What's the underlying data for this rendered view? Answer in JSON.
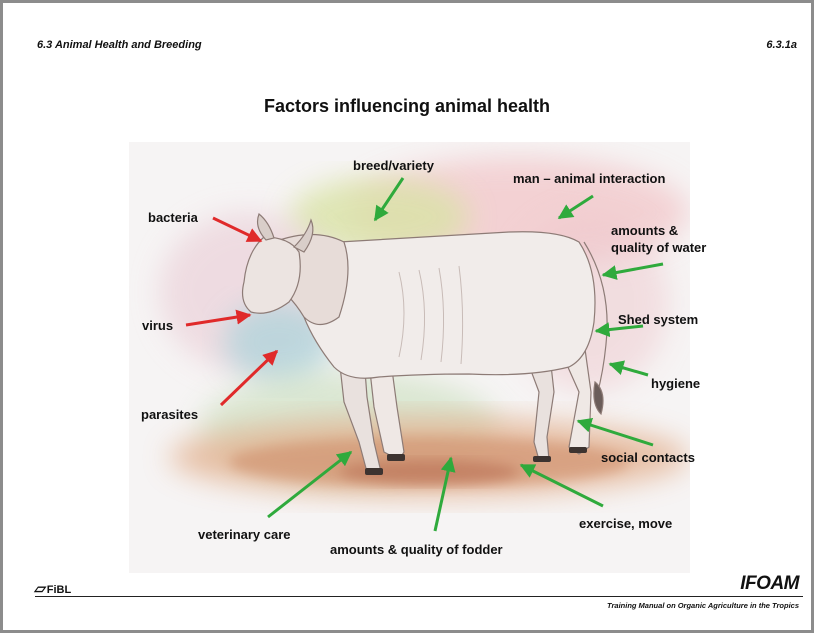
{
  "header": {
    "section": "6.3 Animal Health and Breeding",
    "page_code": "6.3.1a"
  },
  "title": "Factors influencing animal health",
  "labels": {
    "bacteria": "bacteria",
    "virus": "virus",
    "parasites": "parasites",
    "breed": "breed/variety",
    "interaction": "man – animal interaction",
    "water": "amounts &\nquality of water",
    "shed": "Shed system",
    "hygiene": "hygiene",
    "social": "social contacts",
    "exercise": "exercise, move",
    "veterinary": "veterinary care",
    "fodder": "amounts & quality of fodder"
  },
  "colors": {
    "negative_arrow": "#e02a2a",
    "positive_arrow": "#2faa3c"
  },
  "footer": {
    "left_logo": "FiBL",
    "right_logo": "IFOAM",
    "tagline": "Training Manual on Organic Agriculture in the Tropics"
  }
}
